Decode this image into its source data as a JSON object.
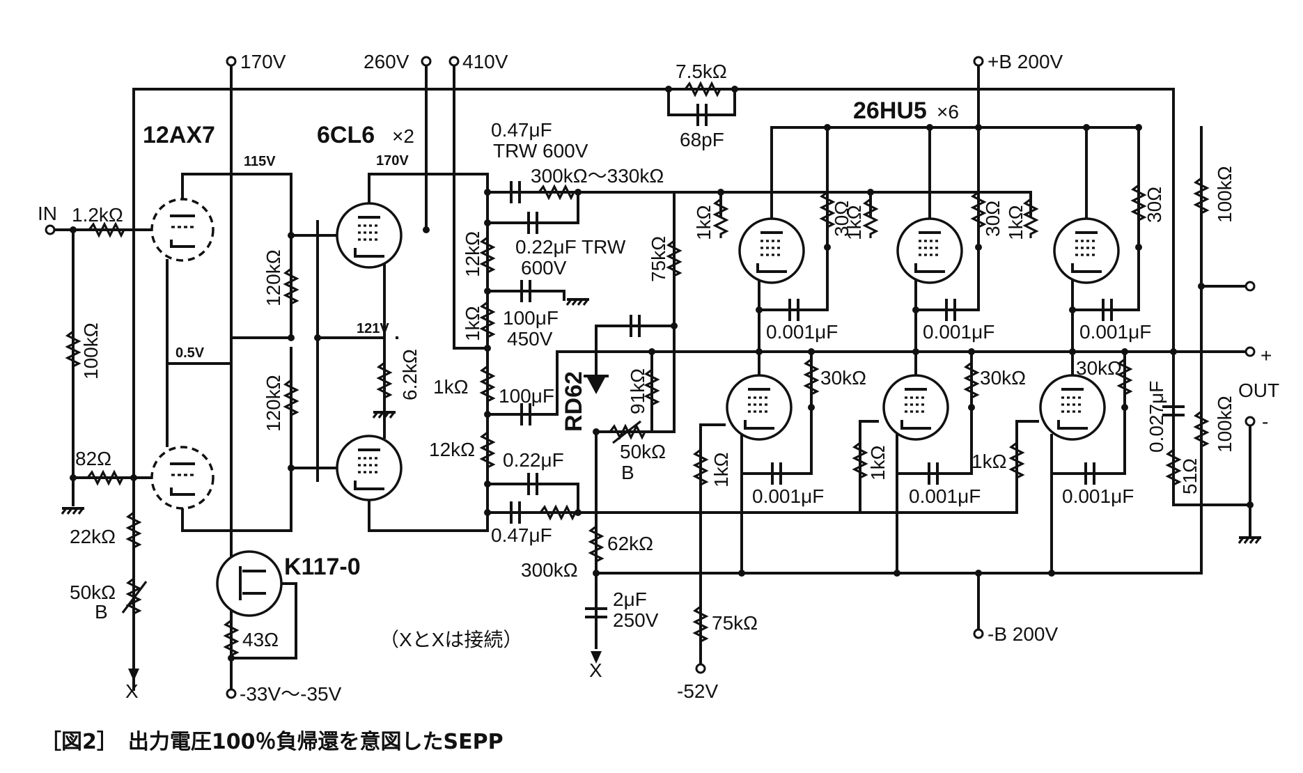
{
  "terminals": {
    "v170": "170V",
    "v260": "260V",
    "v410": "410V",
    "bplus": "+B 200V",
    "bminus": "-B 200V",
    "in": "IN",
    "neg52": "-52V",
    "neg33": "-33V～-35V",
    "x": "X",
    "out": "OUT",
    "plus": "+",
    "minus": "-"
  },
  "tubes": {
    "t12ax7": "12AX7",
    "t6cl6": "6CL6",
    "t6cl6_count": "×2",
    "t26hu5": "26HU5",
    "t26hu5_count": "×6",
    "k117": "K117-0",
    "rd62": "RD62"
  },
  "voltages": {
    "v115": "115V",
    "v170b": "170V",
    "v121": "121V",
    "v05": "0.5V"
  },
  "components": {
    "r1k2": "1.2kΩ",
    "r100k_in": "100kΩ",
    "r82": "82Ω",
    "r22k": "22kΩ",
    "r50kB": "50kΩ",
    "r50kB_b": "B",
    "r43": "43Ω",
    "r120k_a": "120kΩ",
    "r120k_b": "120kΩ",
    "r6k2": "6.2kΩ",
    "c047_top": "0.47μF",
    "c047_top_rating": "TRW 600V",
    "r300k330k": "300kΩ～330kΩ",
    "c022_trw": "0.22μF TRW",
    "c022_trw_rating": "600V",
    "r12k_a": "12kΩ",
    "c100u_a": "100μF",
    "c100u_a_rating": "450V",
    "r1k_a": "1kΩ",
    "r1k_b": "1kΩ",
    "c100u_b": "100μF",
    "r12k_b": "12kΩ",
    "c022_b": "0.22μF",
    "c047_b": "0.47μF",
    "r300k": "300kΩ",
    "r75k_a": "75kΩ",
    "r91k": "91kΩ",
    "r50kB_2": "50kΩ",
    "r50kB_2_b": "B",
    "r62k": "62kΩ",
    "c2u": "2μF",
    "c2u_rating": "250V",
    "r75k_b": "75kΩ",
    "r7k5": "7.5kΩ",
    "c68p": "68pF",
    "r1k_u1": "1kΩ",
    "r1k_u2": "1kΩ",
    "r1k_u3": "1kΩ",
    "r30_u1": "30Ω",
    "r30_u2": "30Ω",
    "r30_u3": "30Ω",
    "c001_u1": "0.001μF",
    "c001_u2": "0.001μF",
    "c001_u3": "0.001μF",
    "r30k_l1": "30kΩ",
    "r30k_l2": "30kΩ",
    "r30k_l3": "30kΩ",
    "r1k_l1": "1kΩ",
    "r1k_l2": "1kΩ",
    "r1k_l3": "1kΩ",
    "c001_l1": "0.001μF",
    "c001_l2": "0.001μF",
    "c001_l3": "0.001μF",
    "r100k_r1": "100kΩ",
    "r100k_r2": "100kΩ",
    "c0027": "0.027μF",
    "r51": "51Ω"
  },
  "note": "（XとXは接続）",
  "caption": "［図2］　出力電圧100％負帰還を意図したSEPP"
}
